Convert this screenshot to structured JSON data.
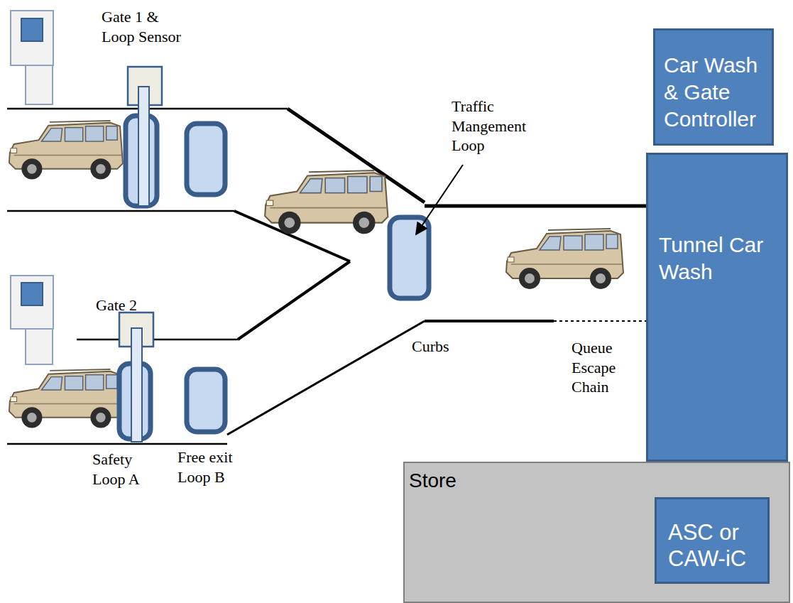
{
  "diagram": {
    "nodes": [
      {
        "text": [
          "Car Wash & Gate Controller"
        ]
      },
      {
        "text": [
          "Tunnel Car Wash"
        ]
      },
      {
        "text": [
          "Store"
        ]
      },
      {
        "text": [
          "ASC or CAW-iC"
        ],
        "in": 2
      }
    ],
    "labels": [
      "Gate 1 & Loop Sensor",
      "Gate 2",
      "Traffic Mangement Loop",
      "Curbs",
      "Queue Escape Chain",
      "Safety Loop A",
      "Free exit Loop B"
    ]
  }
}
